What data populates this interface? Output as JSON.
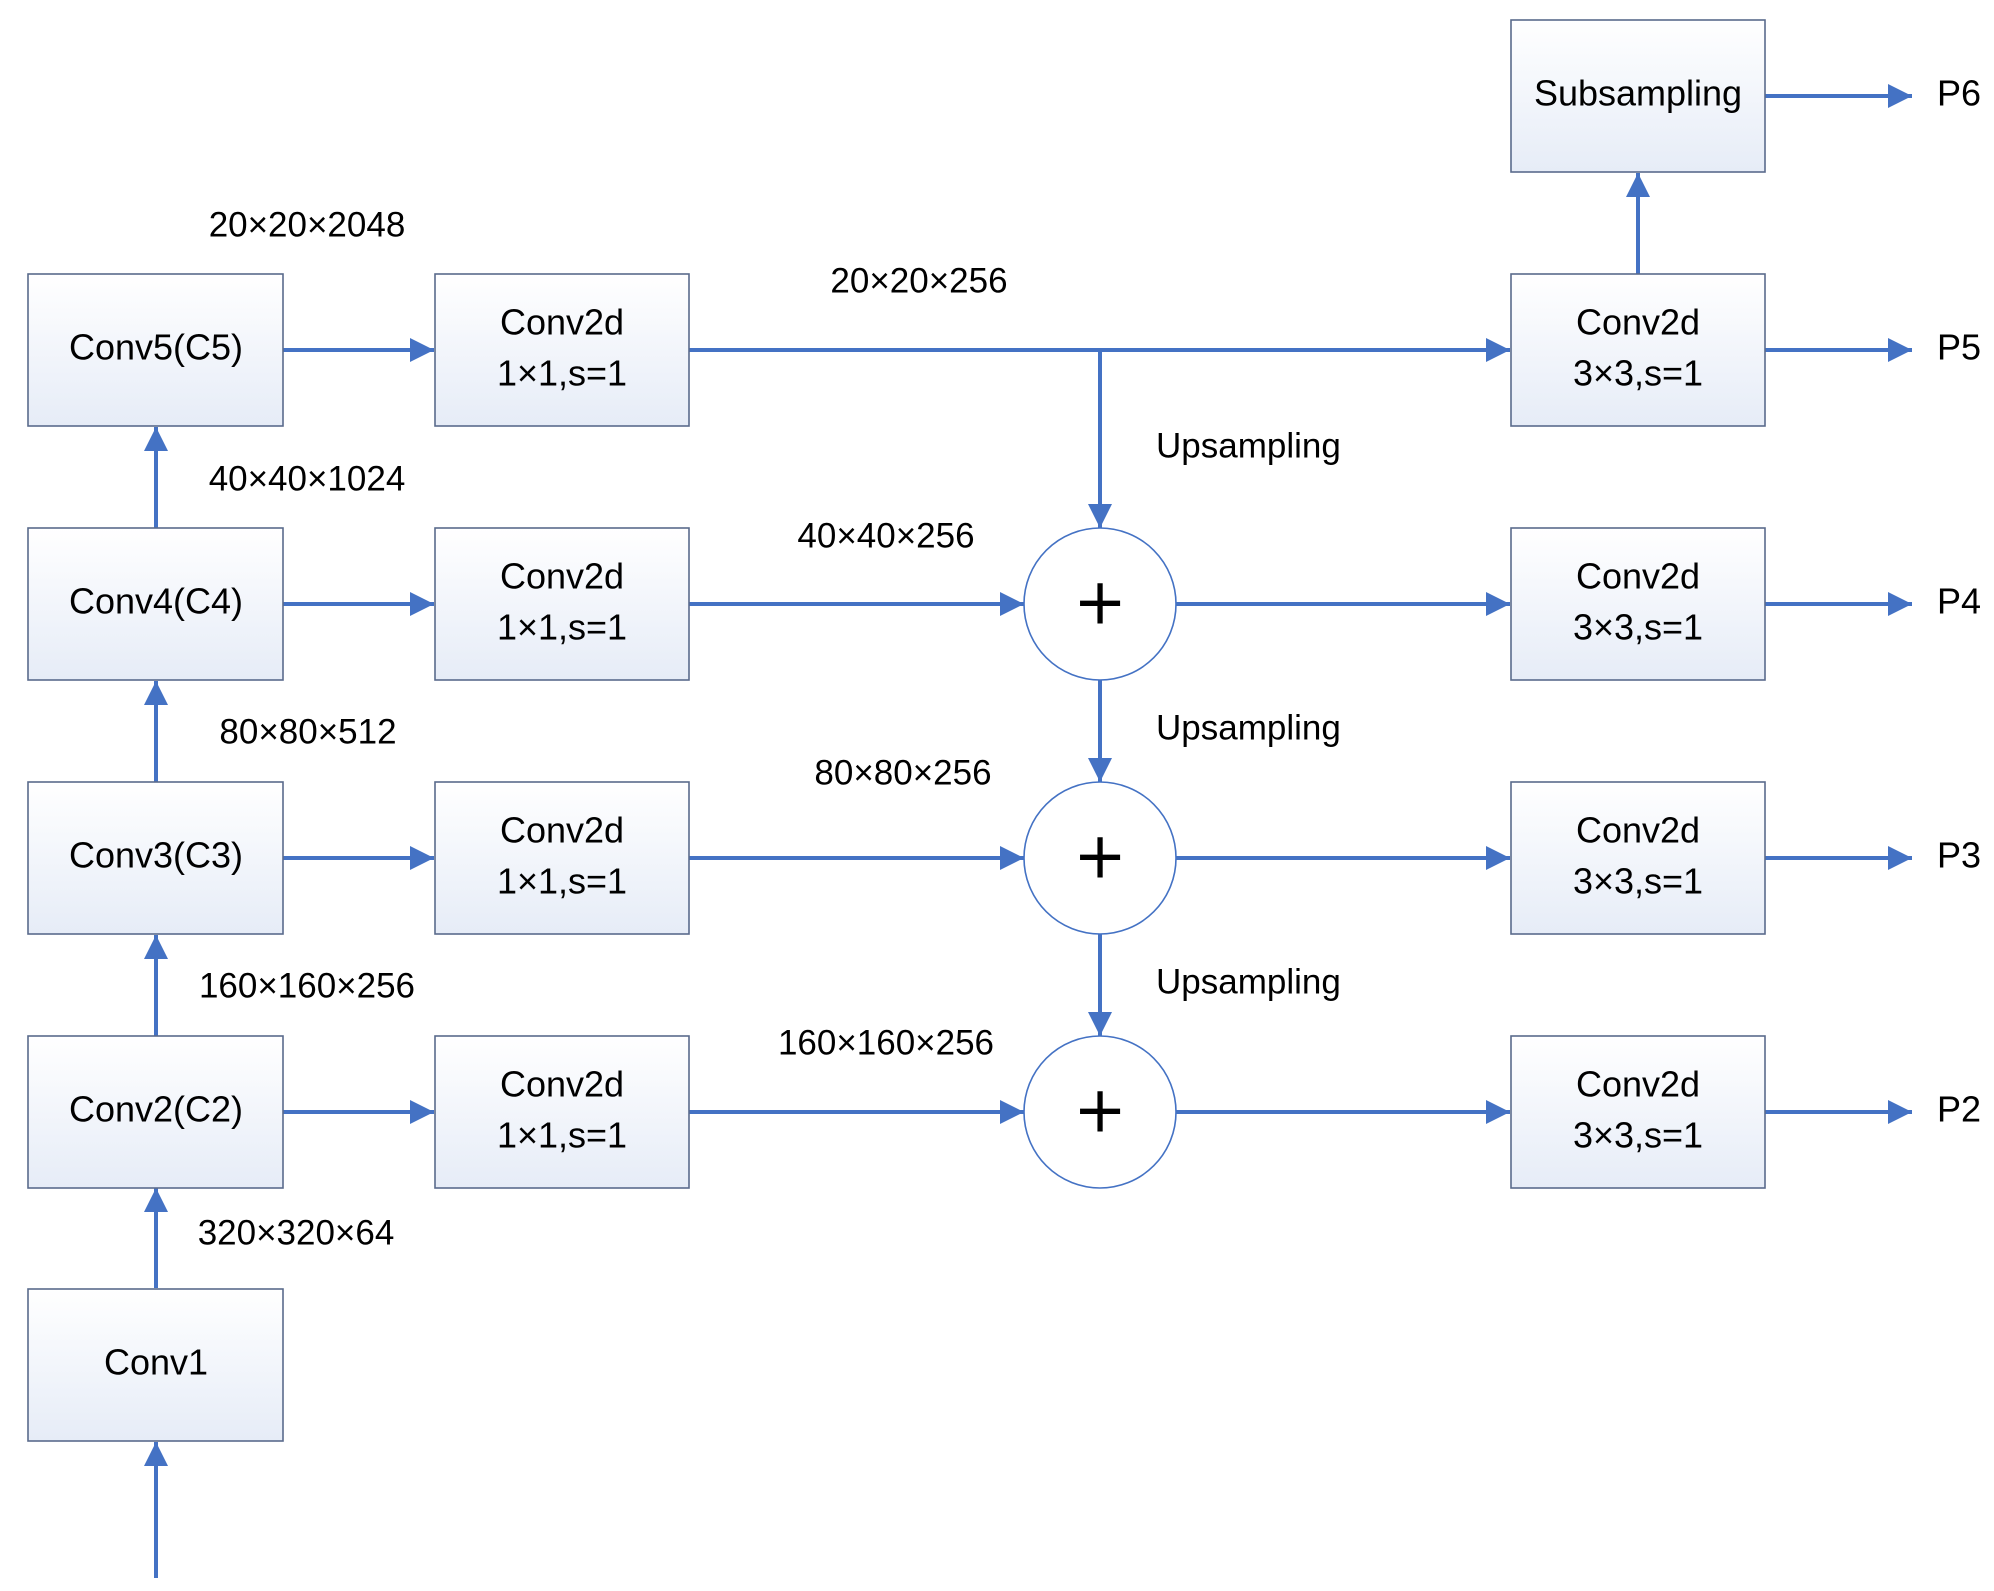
{
  "colors": {
    "arrow": "#4472c4",
    "box_border": "#5a6b8c",
    "box_fill_top": "#ffffff",
    "box_fill_bottom": "#e6ecf7",
    "text": "#000000"
  },
  "backbone": {
    "conv1": "Conv1",
    "conv2": "Conv2(C2)",
    "conv3": "Conv3(C3)",
    "conv4": "Conv4(C4)",
    "conv5": "Conv5(C5)"
  },
  "backbone_dims": {
    "c1_out": "320×320×64",
    "c2_out": "160×160×256",
    "c3_out": "80×80×512",
    "c4_out": "40×40×1024",
    "c5_out": "20×20×2048"
  },
  "lateral": {
    "line1": "Conv2d",
    "line2": "1×1,s=1"
  },
  "lateral_dims": {
    "c5": "20×20×256",
    "c4": "40×40×256",
    "c3": "80×80×256",
    "c2": "160×160×256"
  },
  "upsampling_label": "Upsampling",
  "sum_symbol": "+",
  "output_conv": {
    "line1": "Conv2d",
    "line2": "3×3,s=1"
  },
  "subsampling": "Subsampling",
  "outputs": {
    "p2": "P2",
    "p3": "P3",
    "p4": "P4",
    "p5": "P5",
    "p6": "P6"
  }
}
